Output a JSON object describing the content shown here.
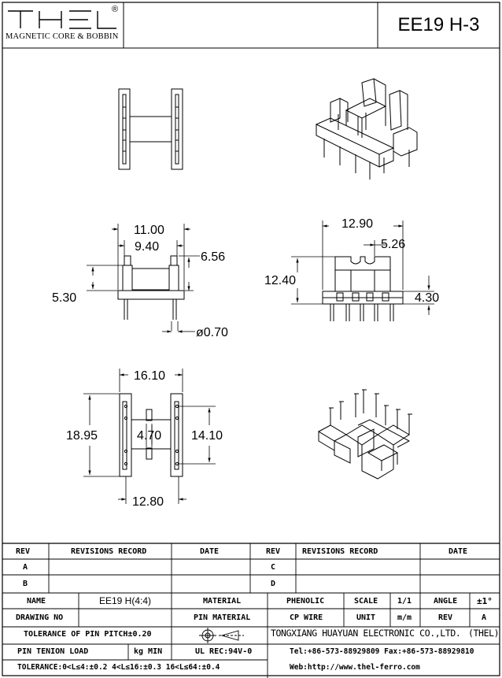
{
  "header": {
    "logo_text": "THEL",
    "registered_mark": "®",
    "subtitle": "MAGNETIC CORE & BOBBIN",
    "part_title": "EE19 H-3"
  },
  "dimensions": {
    "side_width_outer": "11.00",
    "side_width_inner": "9.40",
    "side_flange_height": "6.56",
    "side_body_height": "5.30",
    "pin_diameter": "ø0.70",
    "front_width": "12.90",
    "front_slot_width": "5.26",
    "front_height": "12.40",
    "front_pin_offset": "4.30",
    "top_width": "16.10",
    "top_length": "18.95",
    "top_inner_width": "4.70",
    "top_row_spacing": "14.10",
    "top_base_width": "12.80"
  },
  "table": {
    "rev_header": "REV",
    "revisions_record_header": "REVISIONS RECORD",
    "date_header": "DATE",
    "rev_rows": [
      {
        "left_rev": "A",
        "right_rev": "C"
      },
      {
        "left_rev": "B",
        "right_rev": "D"
      }
    ],
    "name_label": "NAME",
    "name_value": "EE19 H(4:4)",
    "material_label": "MATERIAL",
    "material_value": "PHENOLIC",
    "scale_label": "SCALE",
    "scale_value": "1/1",
    "angle_label": "ANGLE",
    "angle_value": "±1°",
    "drawing_no_label": "DRAWING NO",
    "pin_material_label": "PIN MATERIAL",
    "pin_material_value": "CP WIRE",
    "unit_label": "UNIT",
    "unit_value": "m/m",
    "rev_label": "REV",
    "rev_value": "A",
    "tolerance_pitch": "TOLERANCE OF PIN PITCH±0.20",
    "company": "TONGXIANG HUAYUAN ELECTRONIC CO.,LTD.",
    "company_short": "(THEL)",
    "pin_tension_label": "PIN TENION LOAD",
    "pin_tension_unit": "kg MIN",
    "ul_rec": "UL REC:94V-0",
    "tel": "Tel:+86-573-88929809 Fax:+86-573-88929810",
    "tolerance_ranges": "TOLERANCE:0<L≤4:±0.2  4<L≤16:±0.3  16<L≤64:±0.4",
    "web": "Web:http://www.thel-ferro.com"
  }
}
